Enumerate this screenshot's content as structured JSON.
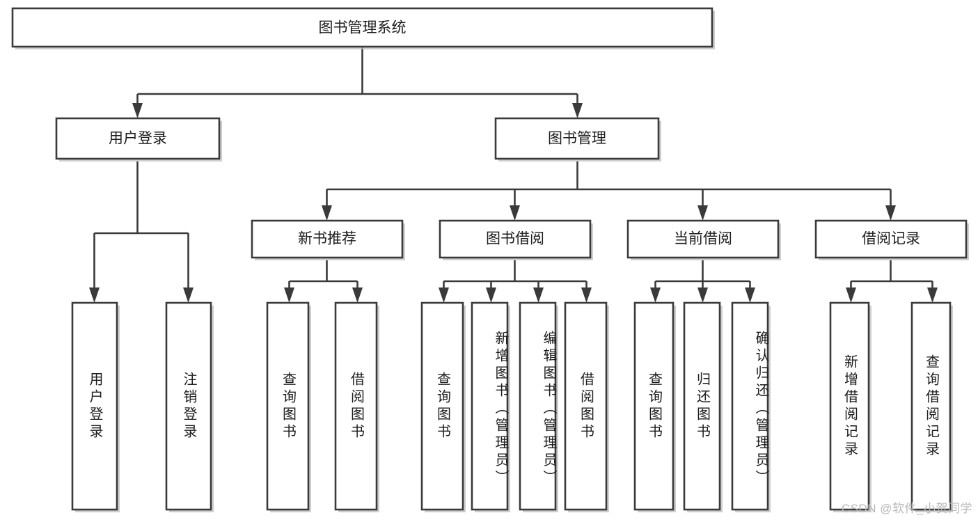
{
  "diagram": {
    "type": "tree-hierarchy",
    "title": "图书管理系统",
    "orientation": "top-down",
    "colors": {
      "stroke": "#3a3a3a",
      "fill": "#ffffff",
      "text": "#1c1c1c",
      "shadow": "#bdbdbd",
      "watermark": "#b8b8b8"
    },
    "levels": [
      {
        "level": 1,
        "nodes": [
          {
            "id": "root",
            "label": "图书管理系统",
            "orientation": "horizontal"
          }
        ]
      },
      {
        "level": 2,
        "nodes": [
          {
            "id": "login",
            "label": "用户登录",
            "orientation": "horizontal",
            "parent": "root"
          },
          {
            "id": "bookmgmt",
            "label": "图书管理",
            "orientation": "horizontal",
            "parent": "root"
          }
        ]
      },
      {
        "level": 3,
        "nodes": [
          {
            "id": "newbook",
            "label": "新书推荐",
            "orientation": "horizontal",
            "parent": "bookmgmt"
          },
          {
            "id": "borrow",
            "label": "图书借阅",
            "orientation": "horizontal",
            "parent": "bookmgmt"
          },
          {
            "id": "current",
            "label": "当前借阅",
            "orientation": "horizontal",
            "parent": "bookmgmt"
          },
          {
            "id": "records",
            "label": "借阅记录",
            "orientation": "horizontal",
            "parent": "bookmgmt"
          }
        ]
      },
      {
        "level": 4,
        "nodes": [
          {
            "id": "leaf-1",
            "label": "用户登录",
            "orientation": "vertical",
            "parent": "login"
          },
          {
            "id": "leaf-2",
            "label": "注销登录",
            "orientation": "vertical",
            "parent": "login"
          },
          {
            "id": "leaf-3",
            "label": "查询图书",
            "orientation": "vertical",
            "parent": "newbook"
          },
          {
            "id": "leaf-4",
            "label": "借阅图书",
            "orientation": "vertical",
            "parent": "newbook"
          },
          {
            "id": "leaf-5",
            "label": "查询图书",
            "orientation": "vertical",
            "parent": "borrow"
          },
          {
            "id": "leaf-6",
            "label": "新增图书（管理员）",
            "orientation": "vertical",
            "parent": "borrow"
          },
          {
            "id": "leaf-7",
            "label": "编辑图书（管理员）",
            "orientation": "vertical",
            "parent": "borrow"
          },
          {
            "id": "leaf-8",
            "label": "借阅图书",
            "orientation": "vertical",
            "parent": "borrow"
          },
          {
            "id": "leaf-9",
            "label": "查询图书",
            "orientation": "vertical",
            "parent": "current"
          },
          {
            "id": "leaf-10",
            "label": "归还图书",
            "orientation": "vertical",
            "parent": "current"
          },
          {
            "id": "leaf-11",
            "label": "确认归还（管理员）",
            "orientation": "vertical",
            "parent": "current"
          },
          {
            "id": "leaf-12",
            "label": "新增借阅记录",
            "orientation": "vertical",
            "parent": "records"
          },
          {
            "id": "leaf-13",
            "label": "查询借阅记录",
            "orientation": "vertical",
            "parent": "records"
          }
        ]
      }
    ]
  },
  "watermark": {
    "text": "CSDN @软件_小贺同学"
  }
}
